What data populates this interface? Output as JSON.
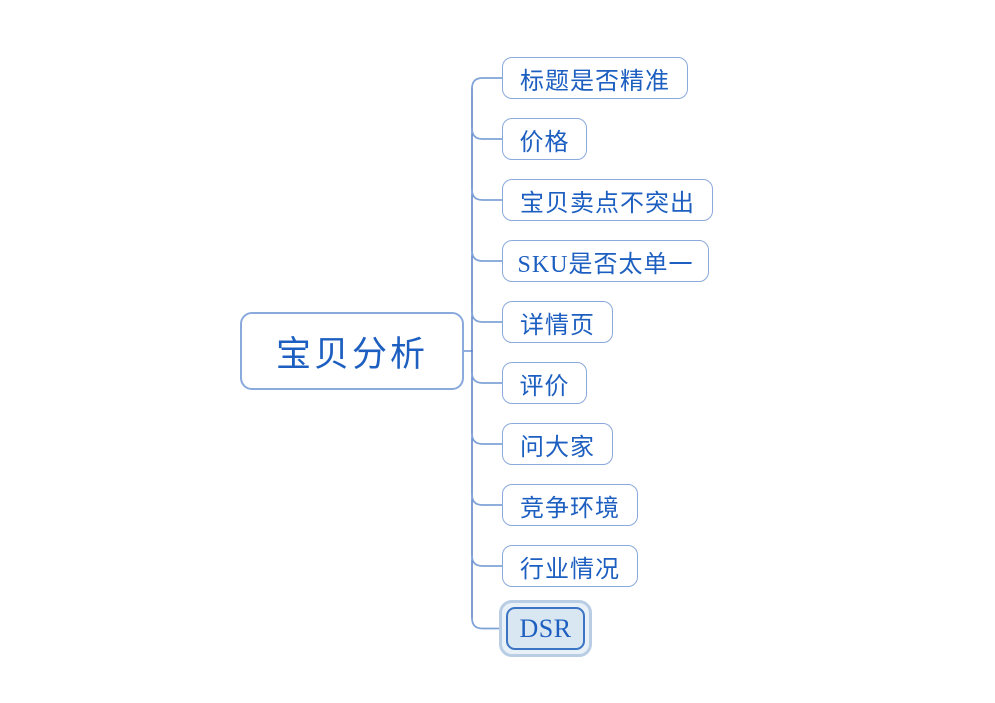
{
  "mindmap": {
    "root": {
      "label": "宝贝分析"
    },
    "topics": [
      {
        "label": "标题是否精准"
      },
      {
        "label": "价格"
      },
      {
        "label": "宝贝卖点不突出"
      },
      {
        "label": "SKU是否太单一"
      },
      {
        "label": "详情页"
      },
      {
        "label": "评价"
      },
      {
        "label": "问大家"
      },
      {
        "label": "竞争环境"
      },
      {
        "label": "行业情况"
      },
      {
        "label": "DSR",
        "state": "selected"
      }
    ],
    "colors": {
      "background": "#ffffff",
      "topic_border": "#8aa9dc",
      "branch_line": "#7fa3d8",
      "trunk_line": "#4a74c0",
      "topic_text": "#1d5fc0",
      "selected_fill": "#d9e7f3",
      "selected_border": "#3b74c4",
      "selection_ring": "#b9cde4"
    }
  }
}
